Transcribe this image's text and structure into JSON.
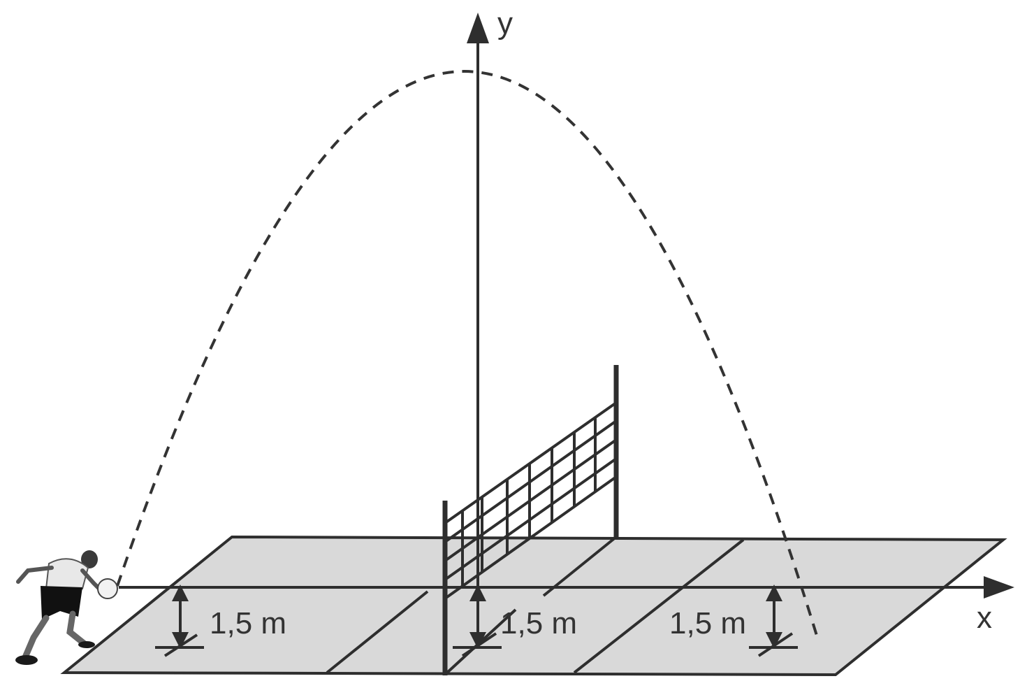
{
  "axes": {
    "x_label": "x",
    "y_label": "y"
  },
  "measurements": [
    {
      "label": "1,5 m"
    },
    {
      "label": "1,5 m"
    },
    {
      "label": "1,5 m"
    }
  ],
  "colors": {
    "court_fill": "#d9d9d9",
    "line": "#2e2e2e",
    "trajectory": "#333333",
    "background": "#ffffff"
  },
  "icons": {
    "player": "volleyball-player-serving-icon"
  }
}
